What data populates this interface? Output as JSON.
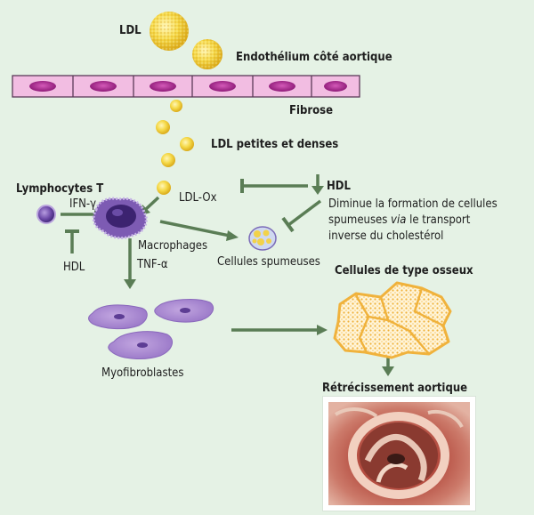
{
  "labels": {
    "ldl": "LDL",
    "endothelium": "Endothélium côté aortique",
    "fibrose": "Fibrose",
    "ldl_small_dense": "LDL petites et denses",
    "lymphocytes": "Lymphocytes T",
    "ifn": "IFN-γ",
    "ldl_ox": "LDL-Ox",
    "hdl_right": "HDL",
    "hdl_desc_1": "Diminue la formation de cellules",
    "hdl_desc_2a": "spumeuses ",
    "hdl_desc_2b": "via",
    "hdl_desc_2c": " le transport",
    "hdl_desc_3": "inverse du cholestérol",
    "macrophages": "Macrophages",
    "tnf": "TNF-α",
    "hdl_left": "HDL",
    "foam_cells": "Cellules spumeuses",
    "bone_cells": "Cellules de type osseux",
    "myofibroblasts": "Myofibroblastes",
    "aortic_stenosis": "Rétrécissement aortique"
  },
  "colors": {
    "background": "#e5f2e5",
    "arrow": "#5a7d55",
    "endothelial_cell": "#f2bde2",
    "endothelial_nucleus": "#a8248c",
    "ldl_particle": "#f2d24a",
    "cell_purple": "#8c6bbf",
    "bone_cell": "#f7c85a"
  }
}
